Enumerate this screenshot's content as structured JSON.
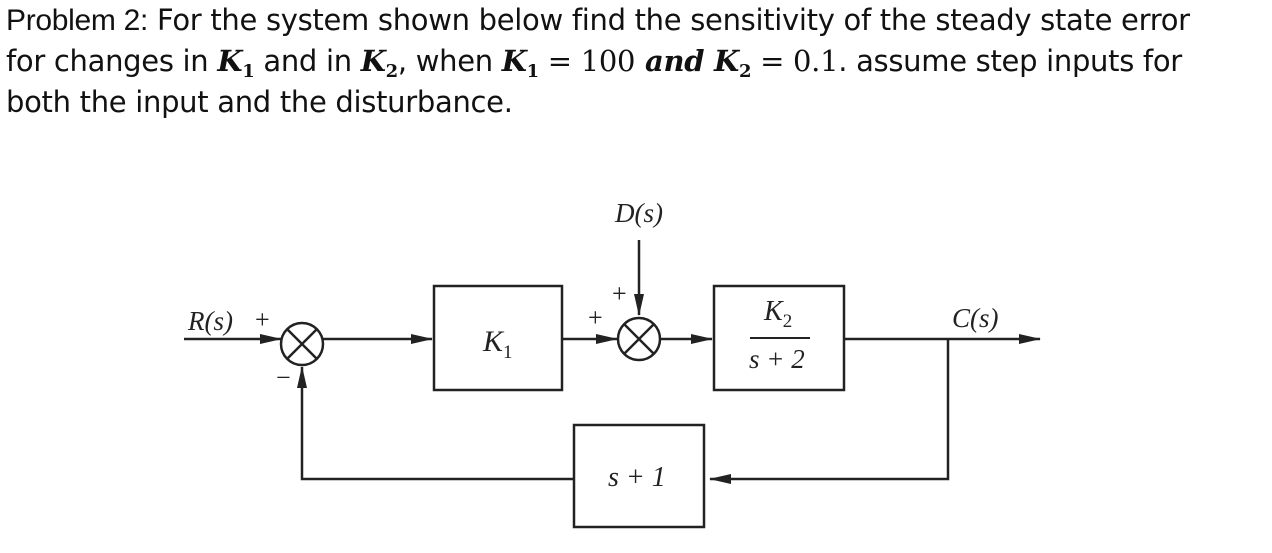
{
  "problem": {
    "label": "Problem 2:",
    "line1_text": " For the system shown below find the sensitivity of the steady state error",
    "line2_pre": "for changes in ",
    "k1": "K",
    "k1_sub": "1",
    "line2_mid": " and in ",
    "k2": "K",
    "k2_sub": "2",
    "line2_when": ", when ",
    "k1_eq": "K",
    "k1_eq_sub": "1",
    "eq1": " = ",
    "k1_value": "100",
    "and_word": " and ",
    "k2_eq": "K",
    "k2_eq_sub": "2",
    "eq2": " = ",
    "k2_value": "0.1",
    "line2_post": ". assume step inputs for",
    "line3": "both the input and the disturbance."
  },
  "diagram": {
    "input_label": "R(s)",
    "input_sign": "+",
    "feedback_sign": "−",
    "disturbance_label": "D(s)",
    "disturbance_sign": "+",
    "forward_sign": "+",
    "k1_block": {
      "symbol": "K",
      "sub": "1"
    },
    "plant_block": {
      "num_symbol": "K",
      "num_sub": "2",
      "den": "s + 2"
    },
    "feedback_block": "s + 1",
    "output_label": "C(s)"
  }
}
